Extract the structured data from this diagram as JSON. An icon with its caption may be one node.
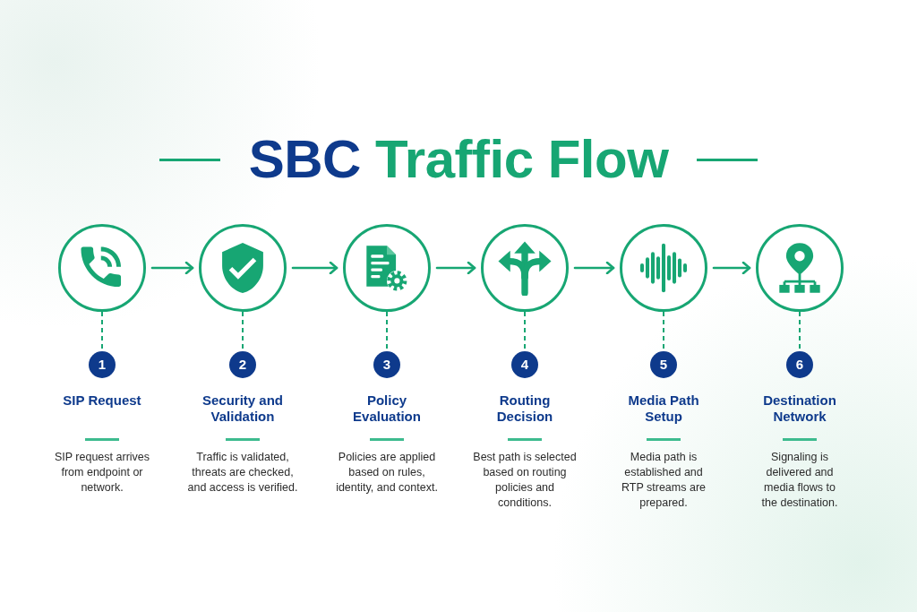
{
  "diagram": {
    "title": "SBC Traffic Flow",
    "nodes": [
      {
        "text": [],
        "shape": "circle"
      },
      {
        "text": [],
        "shape": "circle"
      },
      {
        "text": [],
        "shape": "circle"
      },
      {
        "text": [],
        "shape": "circle"
      },
      {
        "text": [],
        "shape": "circle"
      },
      {
        "text": [],
        "shape": "circle"
      },
      {
        "text": [
          "1"
        ],
        "beside": [
          "SIP Request",
          "SIP request arrives from endpoint or network."
        ]
      },
      {
        "text": [
          "2"
        ],
        "beside": [
          "Security and Validation",
          "Traffic is validated, threats are checked, and access is verified."
        ]
      },
      {
        "text": [
          "3"
        ],
        "beside": [
          "Policy Evaluation",
          "Policies are applied based on rules, identity, and context."
        ]
      },
      {
        "text": [
          "4"
        ],
        "beside": [
          "Routing Decision",
          "Best path is selected based on routing policies and conditions."
        ]
      },
      {
        "text": [
          "5"
        ],
        "beside": [
          "Media Path Setup",
          "Media path is established and RTP streams are prepared."
        ]
      },
      {
        "text": [
          "6"
        ],
        "beside": [
          "Destination Network",
          "Signaling is delivered and media flows to the destination."
        ]
      }
    ],
    "edges": [
      {
        "from": 0,
        "to": 1,
        "arrow": "to"
      },
      {
        "from": 1,
        "to": 2,
        "arrow": "to"
      },
      {
        "from": 2,
        "to": 3,
        "arrow": "to"
      },
      {
        "from": 3,
        "to": 4,
        "arrow": "to"
      },
      {
        "from": 4,
        "to": 5,
        "arrow": "to"
      },
      {
        "from": 0,
        "to": 6,
        "arrow": "none",
        "style": "dashed"
      },
      {
        "from": 1,
        "to": 7,
        "arrow": "none",
        "style": "dashed"
      },
      {
        "from": 2,
        "to": 8,
        "arrow": "none",
        "style": "dashed"
      },
      {
        "from": 3,
        "to": 9,
        "arrow": "none",
        "style": "dashed"
      },
      {
        "from": 4,
        "to": 10,
        "arrow": "none",
        "style": "dashed"
      },
      {
        "from": 5,
        "to": 11,
        "arrow": "none",
        "style": "dashed"
      }
    ]
  }
}
